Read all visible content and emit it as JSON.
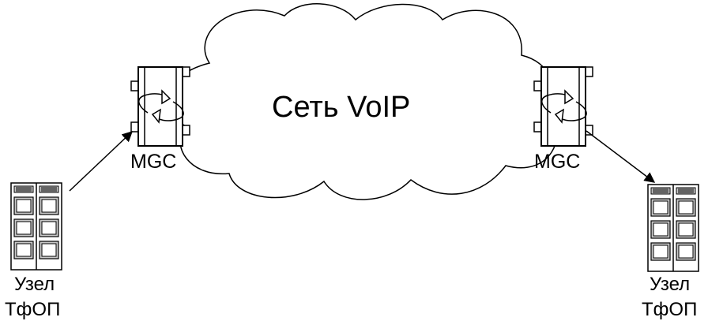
{
  "network": {
    "label": "Сеть VoIP"
  },
  "gateways": [
    {
      "label": "MGC"
    },
    {
      "label": "MGC"
    }
  ],
  "nodes": [
    {
      "line1": "Узел",
      "line2": "ТфОП"
    },
    {
      "line1": "Узел",
      "line2": "ТфОП"
    }
  ],
  "colors": {
    "stroke": "#000000",
    "fill": "#ffffff",
    "cabinet_shade": "#c8c8c8"
  },
  "icons": [
    "cloud-icon",
    "media-gateway-icon",
    "pstn-switch-icon",
    "arrow-icon"
  ]
}
